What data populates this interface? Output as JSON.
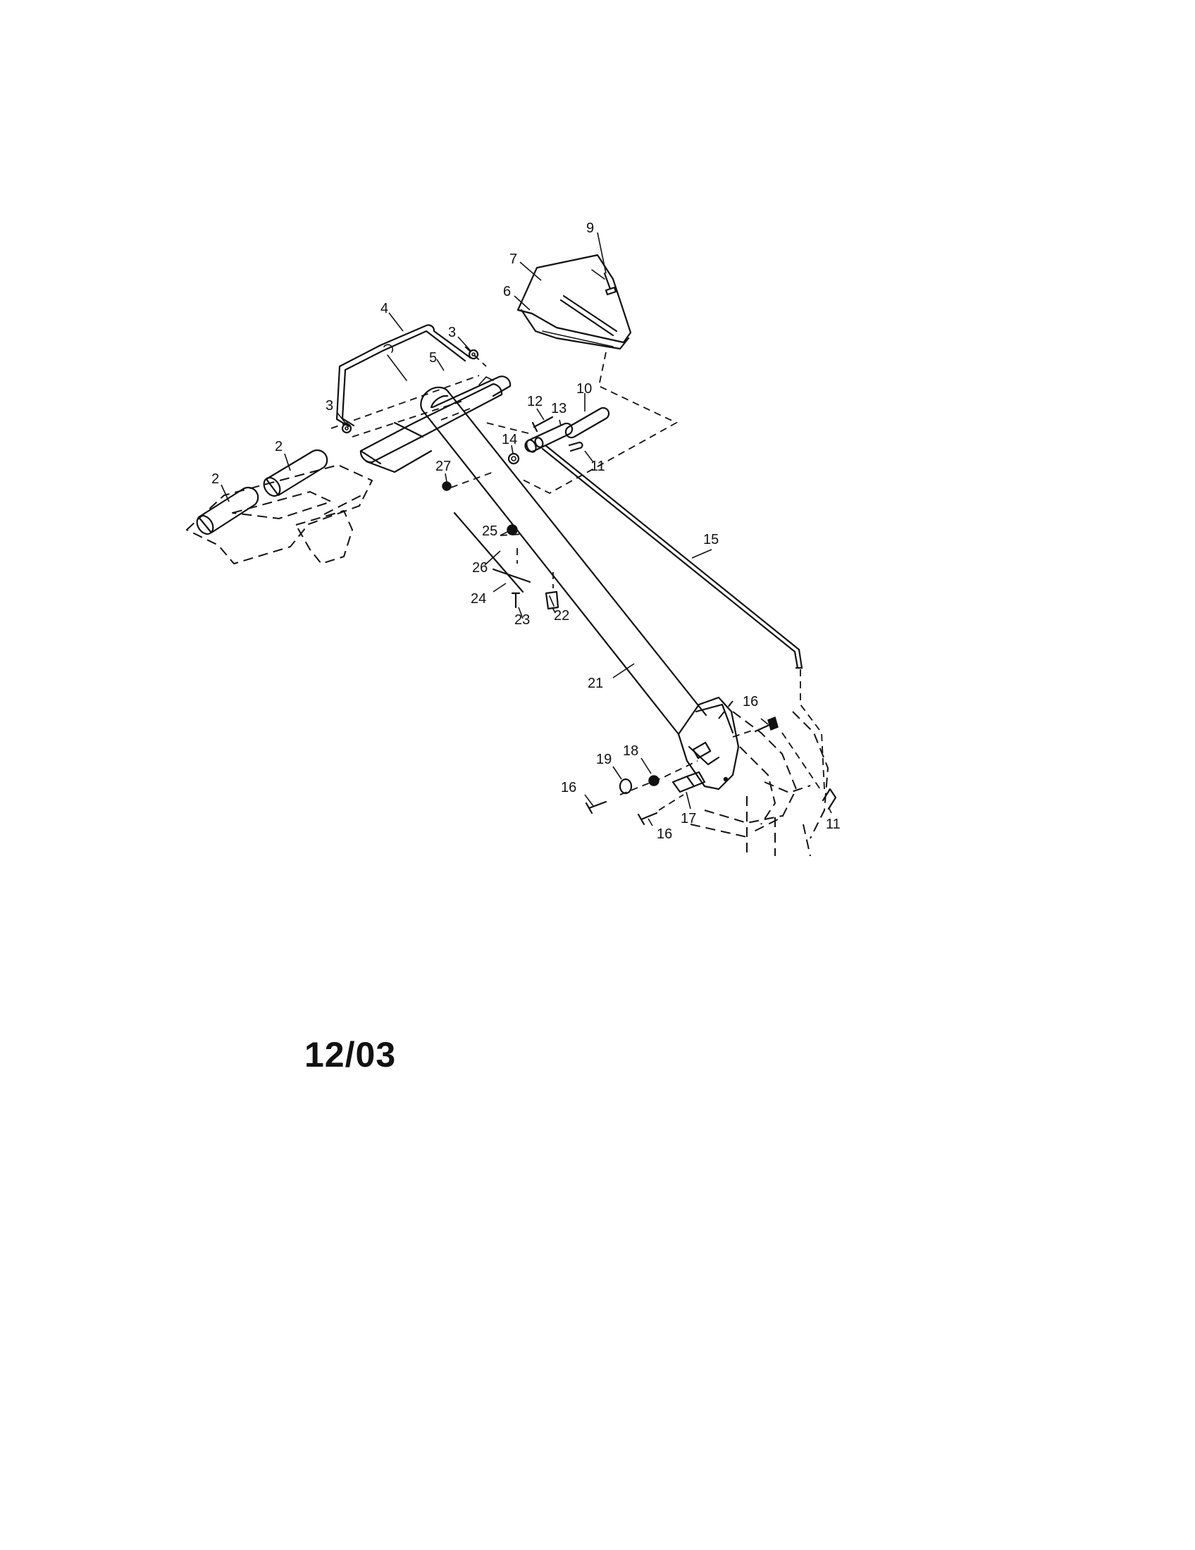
{
  "diagram": {
    "callouts": [
      {
        "id": "c7",
        "label": "7"
      },
      {
        "id": "c9",
        "label": "9"
      },
      {
        "id": "c6",
        "label": "6"
      },
      {
        "id": "c4",
        "label": "4"
      },
      {
        "id": "c3a",
        "label": "3"
      },
      {
        "id": "c3b",
        "label": "3"
      },
      {
        "id": "c5",
        "label": "5"
      },
      {
        "id": "c10",
        "label": "10"
      },
      {
        "id": "c12",
        "label": "12"
      },
      {
        "id": "c13",
        "label": "13"
      },
      {
        "id": "c14",
        "label": "14"
      },
      {
        "id": "c11a",
        "label": "11"
      },
      {
        "id": "c27",
        "label": "27"
      },
      {
        "id": "c2a",
        "label": "2"
      },
      {
        "id": "c2b",
        "label": "2"
      },
      {
        "id": "c25",
        "label": "25"
      },
      {
        "id": "c26",
        "label": "26"
      },
      {
        "id": "c24",
        "label": "24"
      },
      {
        "id": "c23",
        "label": "23"
      },
      {
        "id": "c22",
        "label": "22"
      },
      {
        "id": "c15",
        "label": "15"
      },
      {
        "id": "c21",
        "label": "21"
      },
      {
        "id": "c16a",
        "label": "16"
      },
      {
        "id": "c19",
        "label": "19"
      },
      {
        "id": "c18",
        "label": "18"
      },
      {
        "id": "c16b",
        "label": "16"
      },
      {
        "id": "c17",
        "label": "17"
      },
      {
        "id": "c16c",
        "label": "16"
      },
      {
        "id": "c11b",
        "label": "11"
      }
    ]
  },
  "footer": {
    "date": "12/03"
  }
}
